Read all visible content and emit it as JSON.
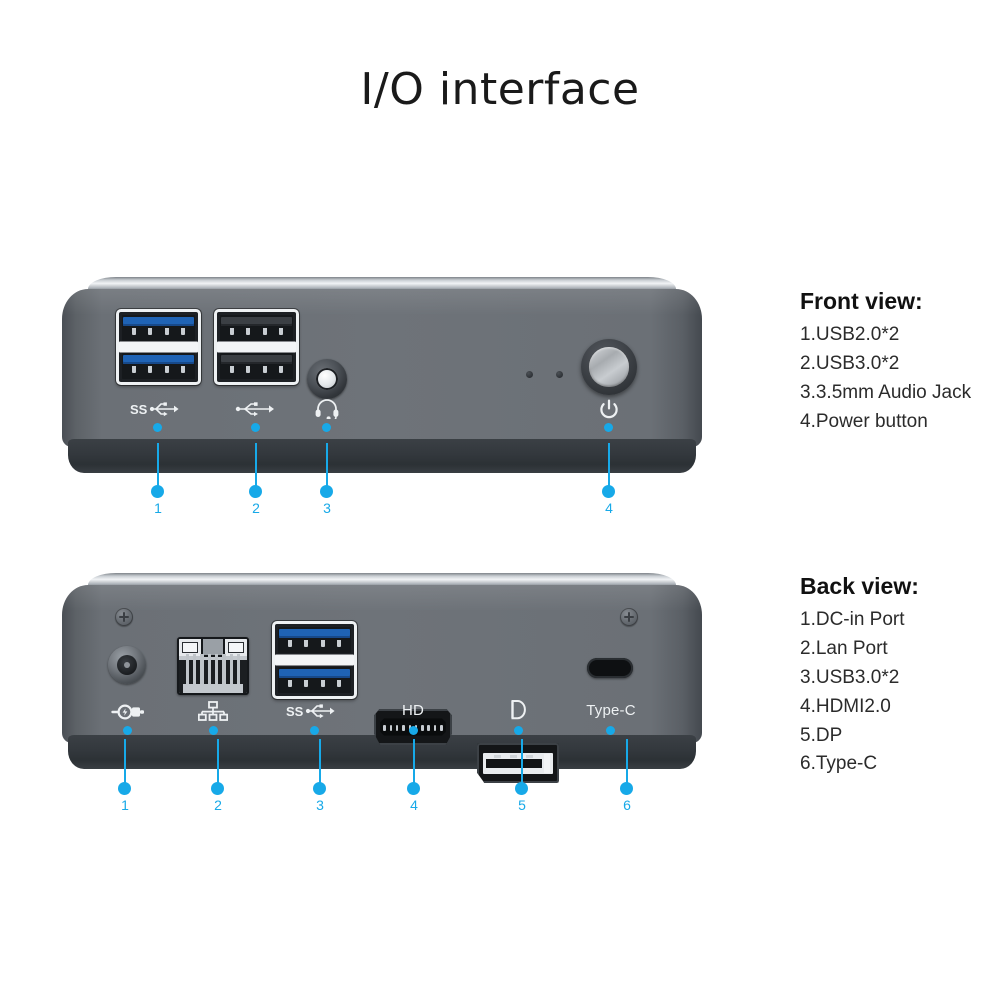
{
  "title": "I/O interface",
  "accent_color": "#17a9e8",
  "front": {
    "panel_heading": "Front view:",
    "items": [
      "1.USB2.0*2",
      "2.USB3.0*2",
      "3.3.5mm Audio Jack",
      "4.Power button"
    ],
    "port_labels": {
      "usb3": "SS",
      "usb2": "",
      "audio": "",
      "power": ""
    },
    "callout_numbers": [
      "1",
      "2",
      "3",
      "4"
    ]
  },
  "back": {
    "panel_heading": "Back view:",
    "items": [
      "1.DC-in Port",
      "2.Lan Port",
      "3.USB3.0*2",
      "4.HDMI2.0",
      "5.DP",
      "6.Type-C"
    ],
    "port_labels": {
      "dc": "",
      "lan": "",
      "usb3": "SS",
      "hdmi": "HD",
      "dp": "",
      "typec": "Type-C"
    },
    "callout_numbers": [
      "1",
      "2",
      "3",
      "4",
      "5",
      "6"
    ]
  }
}
